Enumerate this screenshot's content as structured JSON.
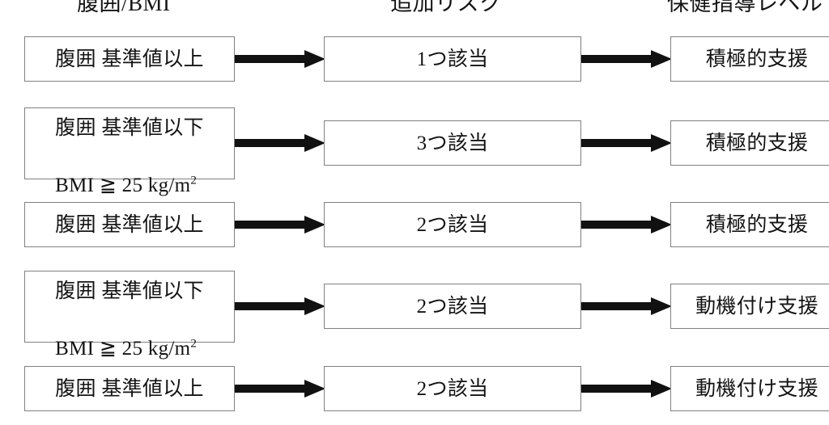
{
  "diagram": {
    "title_columns": [
      {
        "id": "waist-bmi",
        "label": "腹囲/BMI"
      },
      {
        "id": "additional-risk",
        "label": "追加リスク"
      },
      {
        "id": "guidance-level",
        "label": "保健指導レベル"
      }
    ],
    "colors": {
      "box_border": "#808080",
      "box_fill": "#ffffff",
      "arrow": "#111111",
      "text": "#141414"
    },
    "arrow_icon_name": "right-arrow-icon",
    "rows": [
      {
        "criteria": "腹囲 基準値以上",
        "criteria_lines": 1,
        "risk": "1つ該当",
        "level": "積極的支援"
      },
      {
        "criteria": "腹囲 基準値以下\nBMI ≧ 25 kg/m2",
        "criteria_line1": "腹囲 基準値以下",
        "criteria_line2_prefix": "BMI ≧ 25 kg/m",
        "criteria_line2_sup": "2",
        "criteria_lines": 2,
        "risk": "3つ該当",
        "level": "積極的支援"
      },
      {
        "criteria": "腹囲 基準値以上",
        "criteria_lines": 1,
        "risk": "2つ該当",
        "level": "積極的支援"
      },
      {
        "criteria": "腹囲 基準値以下\nBMI ≧ 25 kg/m2",
        "criteria_line1": "腹囲 基準値以下",
        "criteria_line2_prefix": "BMI ≧ 25 kg/m",
        "criteria_line2_sup": "2",
        "criteria_lines": 2,
        "risk": "2つ該当",
        "level": "動機付け支援"
      },
      {
        "criteria": "腹囲 基準値以上",
        "criteria_lines": 1,
        "risk": "2つ該当",
        "level": "動機付け支援"
      }
    ]
  }
}
